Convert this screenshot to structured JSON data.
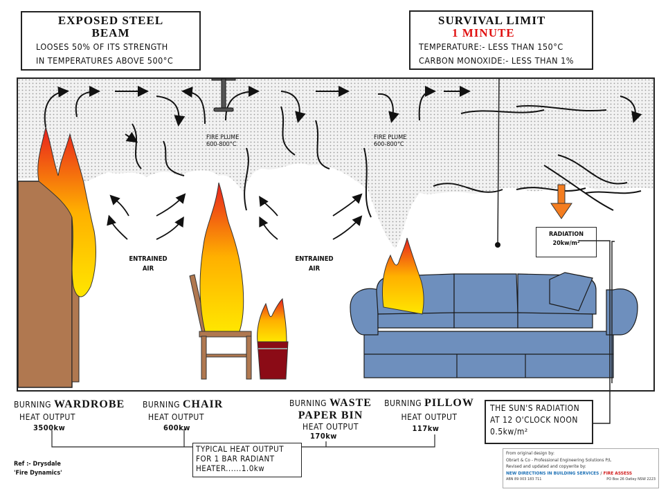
{
  "steel_beam_box": {
    "title_line1": "EXPOSED STEEL",
    "title_line2": "BEAM",
    "line1": "LOOSES 50% OF ITS STRENGTH",
    "line2": "IN TEMPERATURES ABOVE 500°C"
  },
  "survival_box": {
    "title": "SURVIVAL LIMIT",
    "time": "1 MINUTE",
    "line1": "TEMPERATURE:- LESS THAN 150°C",
    "line2": "CARBON MONOXIDE:- LESS THAN 1%"
  },
  "plume_labels": [
    {
      "line1": "FIRE PLUME",
      "line2": "600-800°C"
    },
    {
      "line1": "FIRE PLUME",
      "line2": "600-800°C"
    }
  ],
  "entrained_labels": [
    {
      "line1": "ENTRAINED",
      "line2": "AIR"
    },
    {
      "line1": "ENTRAINED",
      "line2": "AIR"
    }
  ],
  "radiation_box": {
    "line1": "RADIATION",
    "line2": "20kw/m²"
  },
  "heat_outputs": [
    {
      "prefix": "BURNING",
      "item": "WARDROBE",
      "item2": "",
      "label": "HEAT OUTPUT",
      "value": "3500kw"
    },
    {
      "prefix": "BURNING",
      "item": "CHAIR",
      "item2": "",
      "label": "HEAT OUTPUT",
      "value": "600kw"
    },
    {
      "prefix": "BURNING",
      "item": "WASTE",
      "item2": "PAPER BIN",
      "label": "HEAT OUTPUT",
      "value": "170kw"
    },
    {
      "prefix": "BURNING",
      "item": "PILLOW",
      "item2": "",
      "label": "HEAT OUTPUT",
      "value": "117kw"
    }
  ],
  "sun_box": {
    "line1": "THE SUN'S RADIATION",
    "line2": "AT 12 O'CLOCK NOON",
    "line3": "0.5kw/m²"
  },
  "heater_box": {
    "line1": "TYPICAL HEAT OUTPUT",
    "line2": "FOR 1 BAR RADIANT",
    "line3": "HEATER......1.0kw"
  },
  "reference": {
    "line1": "Ref :- Drysdale",
    "line2": "'Fire Dynamics'"
  },
  "credits": {
    "line1": "From original design by:",
    "line2": "Obrart & Co - Professional Engineering Solutions P/L",
    "line3": "Revised and updated and copywrite by:",
    "line4a": "NEW DIRECTIONS IN BUILDING SERVICES",
    "line4b": "FIRE ASSESS",
    "line5a": "ABN 89 003 183 711",
    "line5b": "PO Box 26 Oatley NSW 2223"
  },
  "colors": {
    "smoke": "#e6e6e6",
    "wardrobe": "#b07850",
    "chair": "#b07850",
    "bin": "#8b0b16",
    "sofa": "#6e8fbd",
    "arrow_orange": "#f47d20",
    "flame_yellow": "#ffe600",
    "flame_red": "#e8201e",
    "accent_red": "#e01010"
  }
}
